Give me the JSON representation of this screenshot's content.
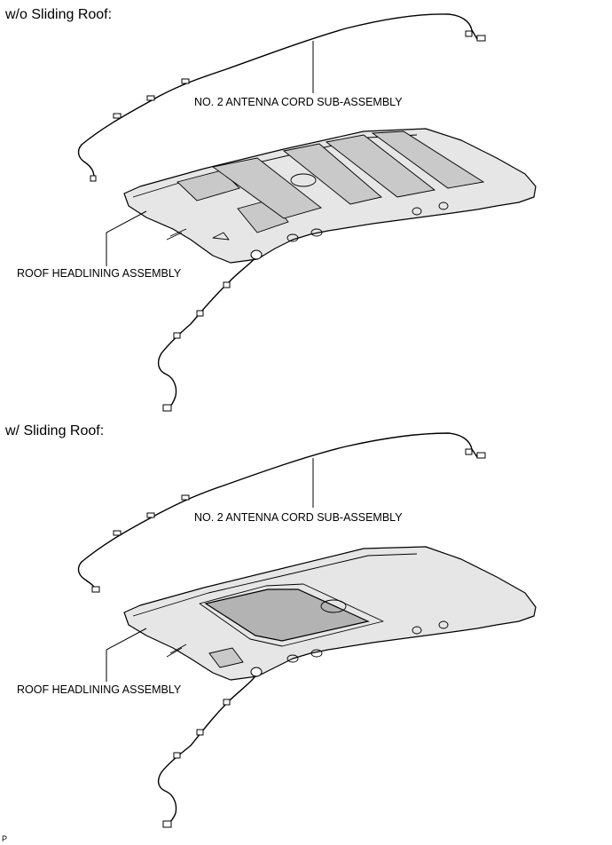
{
  "sections": [
    {
      "title": "w/o Sliding Roof:",
      "antenna_label": "NO. 2 ANTENNA CORD SUB-ASSEMBLY",
      "headlining_label": "ROOF HEADLINING ASSEMBLY"
    },
    {
      "title": "w/ Sliding Roof:",
      "antenna_label": "NO. 2 ANTENNA CORD SUB-ASSEMBLY",
      "headlining_label": "ROOF HEADLINING ASSEMBLY"
    }
  ],
  "footer_code": "P"
}
